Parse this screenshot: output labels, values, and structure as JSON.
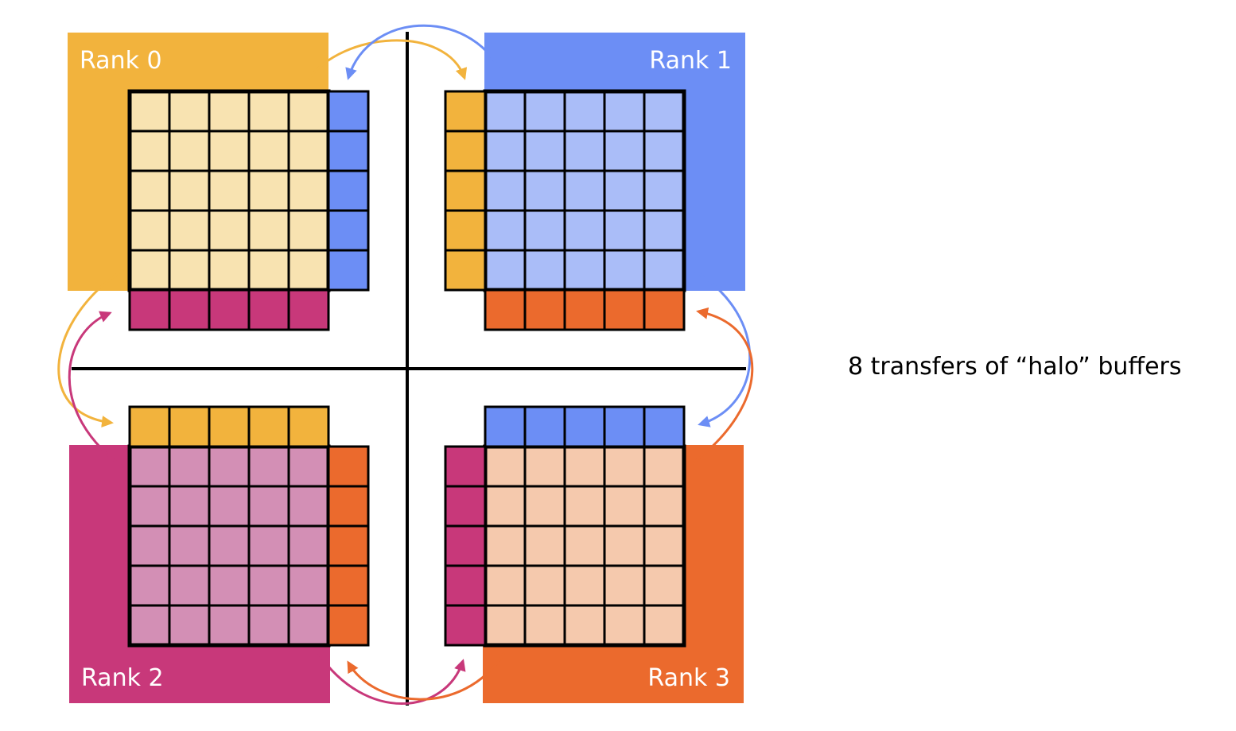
{
  "caption": "8 transfers of “halo” buffers",
  "ranks": [
    {
      "label": "Rank 0",
      "color": "#F2B33D",
      "interior_color": "#F8E3B1"
    },
    {
      "label": "Rank 1",
      "color": "#6C8EF5",
      "interior_color": "#AABDF8"
    },
    {
      "label": "Rank 2",
      "color": "#C8387A",
      "interior_color": "#D38FB5"
    },
    {
      "label": "Rank 3",
      "color": "#EB6A2D",
      "interior_color": "#F5C9AD"
    }
  ],
  "grid": {
    "interior_cells": 5,
    "halo_cells": 5
  },
  "transfer_count": 8
}
